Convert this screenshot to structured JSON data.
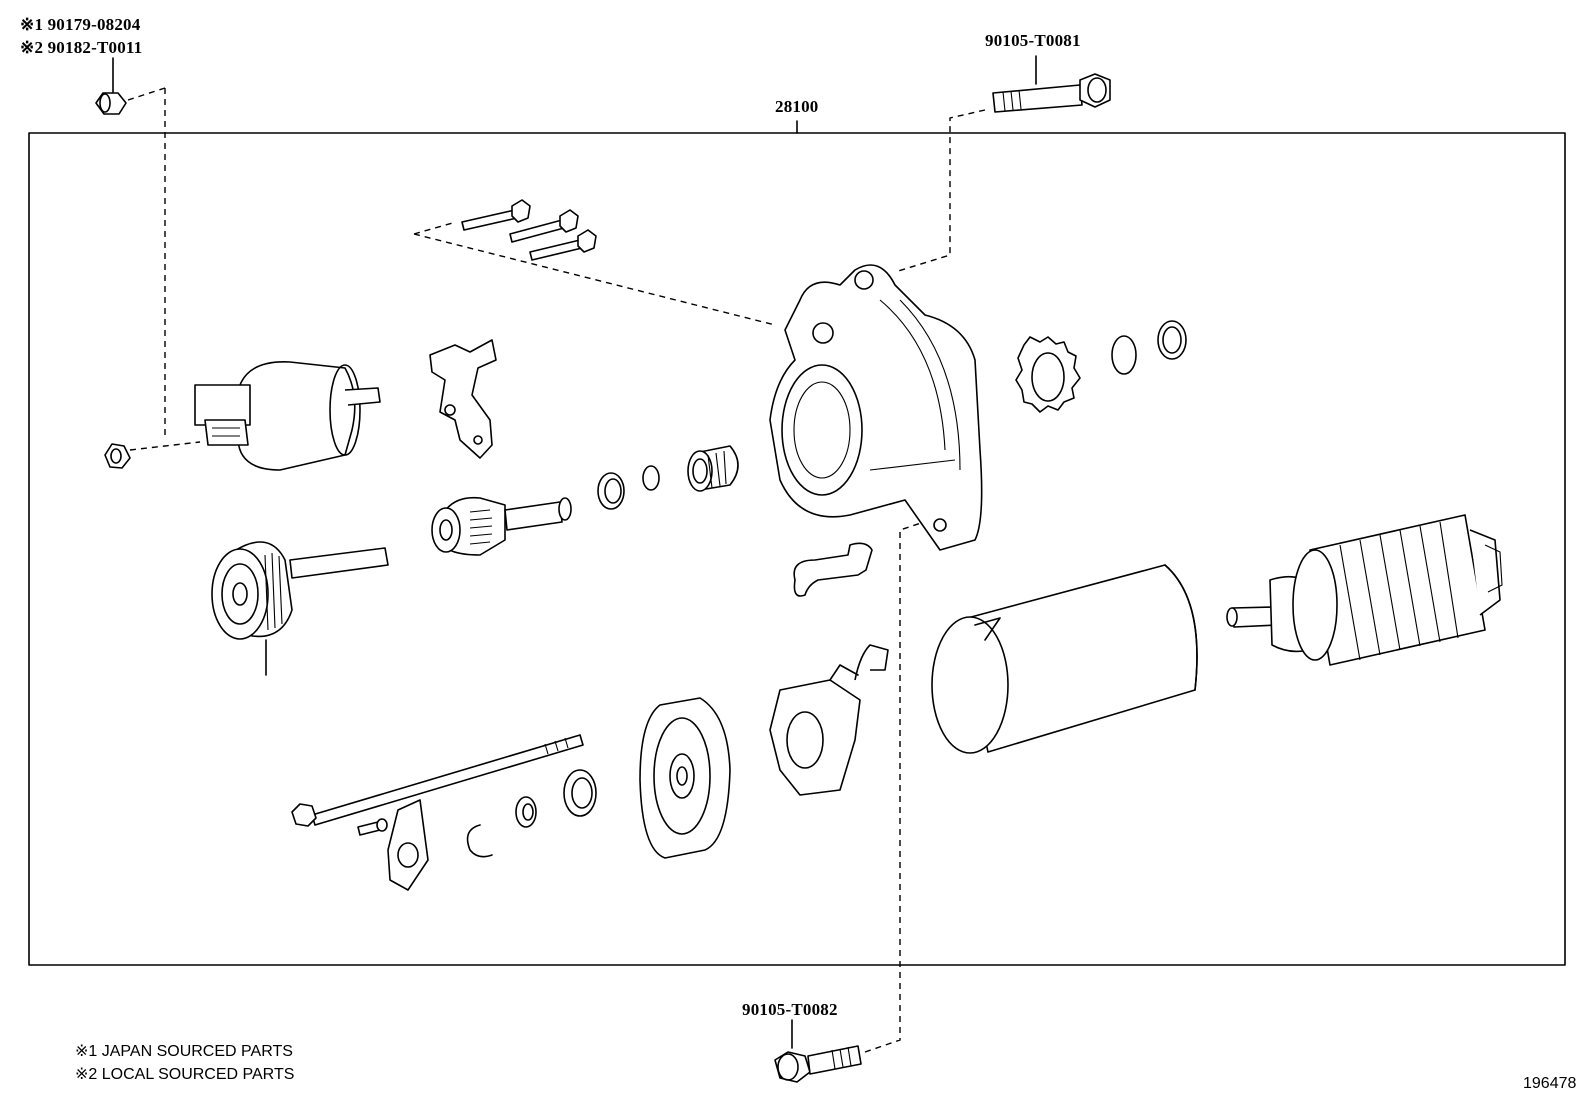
{
  "labels": {
    "main_assembly": "28100",
    "bolt_top_right": "90105-T0081",
    "bolt_bottom": "90105-T0082",
    "nut_japan": "※1 90179-08204",
    "nut_local": "※2 90182-T0011",
    "illustration_id": "196478"
  },
  "notes": [
    "※1 JAPAN SOURCED PARTS",
    "※2 LOCAL SOURCED PARTS"
  ]
}
